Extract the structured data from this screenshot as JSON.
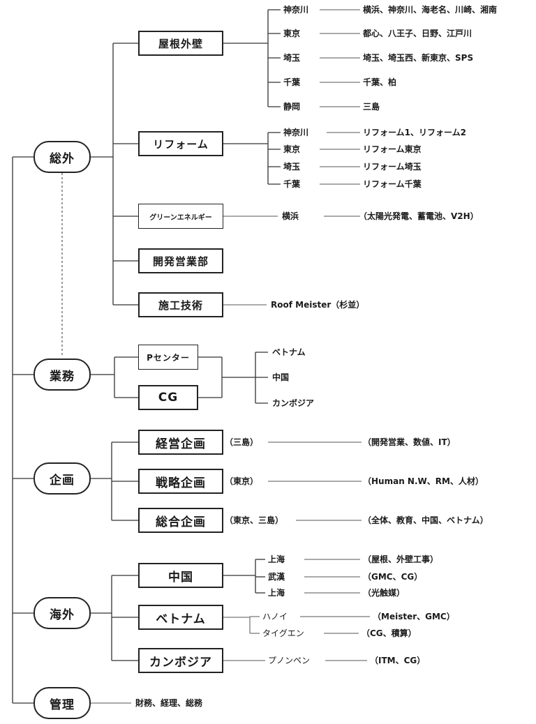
{
  "categories": {
    "sogai": "総外",
    "gyomu": "業務",
    "kikaku": "企画",
    "kaigai": "海外",
    "kanri": "管理"
  },
  "sogai": {
    "yane": {
      "label": "屋根外壁",
      "regions": [
        {
          "region": "神奈川",
          "detail": "横浜、神奈川、海老名、川崎、湘南"
        },
        {
          "region": "東京",
          "detail": "都心、八王子、日野、江戸川"
        },
        {
          "region": "埼玉",
          "detail": "埼玉、埼玉西、新東京、SPS"
        },
        {
          "region": "千葉",
          "detail": "千葉、柏"
        },
        {
          "region": "静岡",
          "detail": "三島"
        }
      ]
    },
    "reform": {
      "label": "リフォーム",
      "regions": [
        {
          "region": "神奈川",
          "detail": "リフォーム1、リフォーム2"
        },
        {
          "region": "東京",
          "detail": "リフォーム東京"
        },
        {
          "region": "埼玉",
          "detail": "リフォーム埼玉"
        },
        {
          "region": "千葉",
          "detail": "リフォーム千葉"
        }
      ]
    },
    "green": {
      "label": "グリーンエネルギー",
      "region": "横浜",
      "detail": "（太陽光発電、蓄電池、V2H）"
    },
    "kaihatsu": {
      "label": "開発営業部"
    },
    "seko": {
      "label": "施工技術",
      "detail": "Roof Meister（杉並）"
    }
  },
  "gyomu": {
    "pcenter": "Pセンター",
    "cg": "CG",
    "countries": [
      "ベトナム",
      "中国",
      "カンボジア"
    ]
  },
  "kikaku": [
    {
      "label": "経営企画",
      "location": "（三島）",
      "detail": "（開発営業、数値、IT）"
    },
    {
      "label": "戦略企画",
      "location": "（東京）",
      "detail": "（Human N.W、RM、人材）"
    },
    {
      "label": "総合企画",
      "location": "（東京、三島）",
      "detail": "（全体、教育、中国、ベトナム）"
    }
  ],
  "kaigai": {
    "china": {
      "label": "中国",
      "cities": [
        {
          "city": "上海",
          "detail": "（屋根、外壁工事）"
        },
        {
          "city": "武漢",
          "detail": "（GMC、CG）"
        },
        {
          "city": "上海",
          "detail": "（光触媒）"
        }
      ]
    },
    "vietnam": {
      "label": "ベトナム",
      "cities": [
        {
          "city": "ハノイ",
          "detail": "（Meister、GMC）"
        },
        {
          "city": "タイグエン",
          "detail": "（CG、積算）"
        }
      ]
    },
    "cambodia": {
      "label": "カンボジア",
      "city": "プノンペン",
      "detail": "（ITM、CG）"
    }
  },
  "kanri": {
    "detail": "財務、経理、総務"
  }
}
